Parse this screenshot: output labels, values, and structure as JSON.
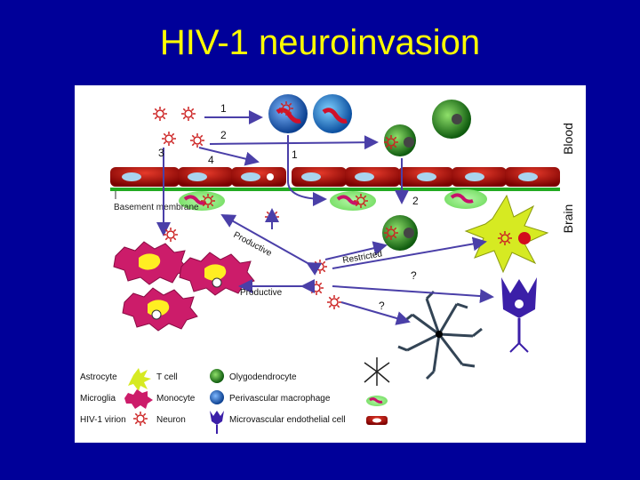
{
  "slide": {
    "title": "HIV-1 neuroinvasion"
  },
  "diagram": {
    "region_labels": {
      "blood": "Blood",
      "brain": "Brain"
    },
    "basement_membrane": "Basement membrane",
    "route_numbers": [
      "1",
      "2",
      "3",
      "4",
      "1",
      "2"
    ],
    "arrow_labels": {
      "productive_upper": "Productive",
      "productive_lower": "Productive",
      "restricted": "Restricted",
      "unknown_1": "?",
      "unknown_2": "?"
    }
  },
  "legend": {
    "astrocyte": "Astrocyte",
    "t_cell": "T cell",
    "oligodendrocyte": "Olygodendrocyte",
    "microglia": "Microglia",
    "monocyte": "Monocyte",
    "perivascular_macrophage": "Perivascular macrophage",
    "virion": "HIV-1 virion",
    "neuron": "Neuron",
    "endothelial": "Microvascular endothelial cell"
  },
  "colors": {
    "background": "#000099",
    "title": "#ffff00",
    "arrow": "#4a3fa8",
    "vessel": "#b30000",
    "membrane": "#22aa22"
  }
}
